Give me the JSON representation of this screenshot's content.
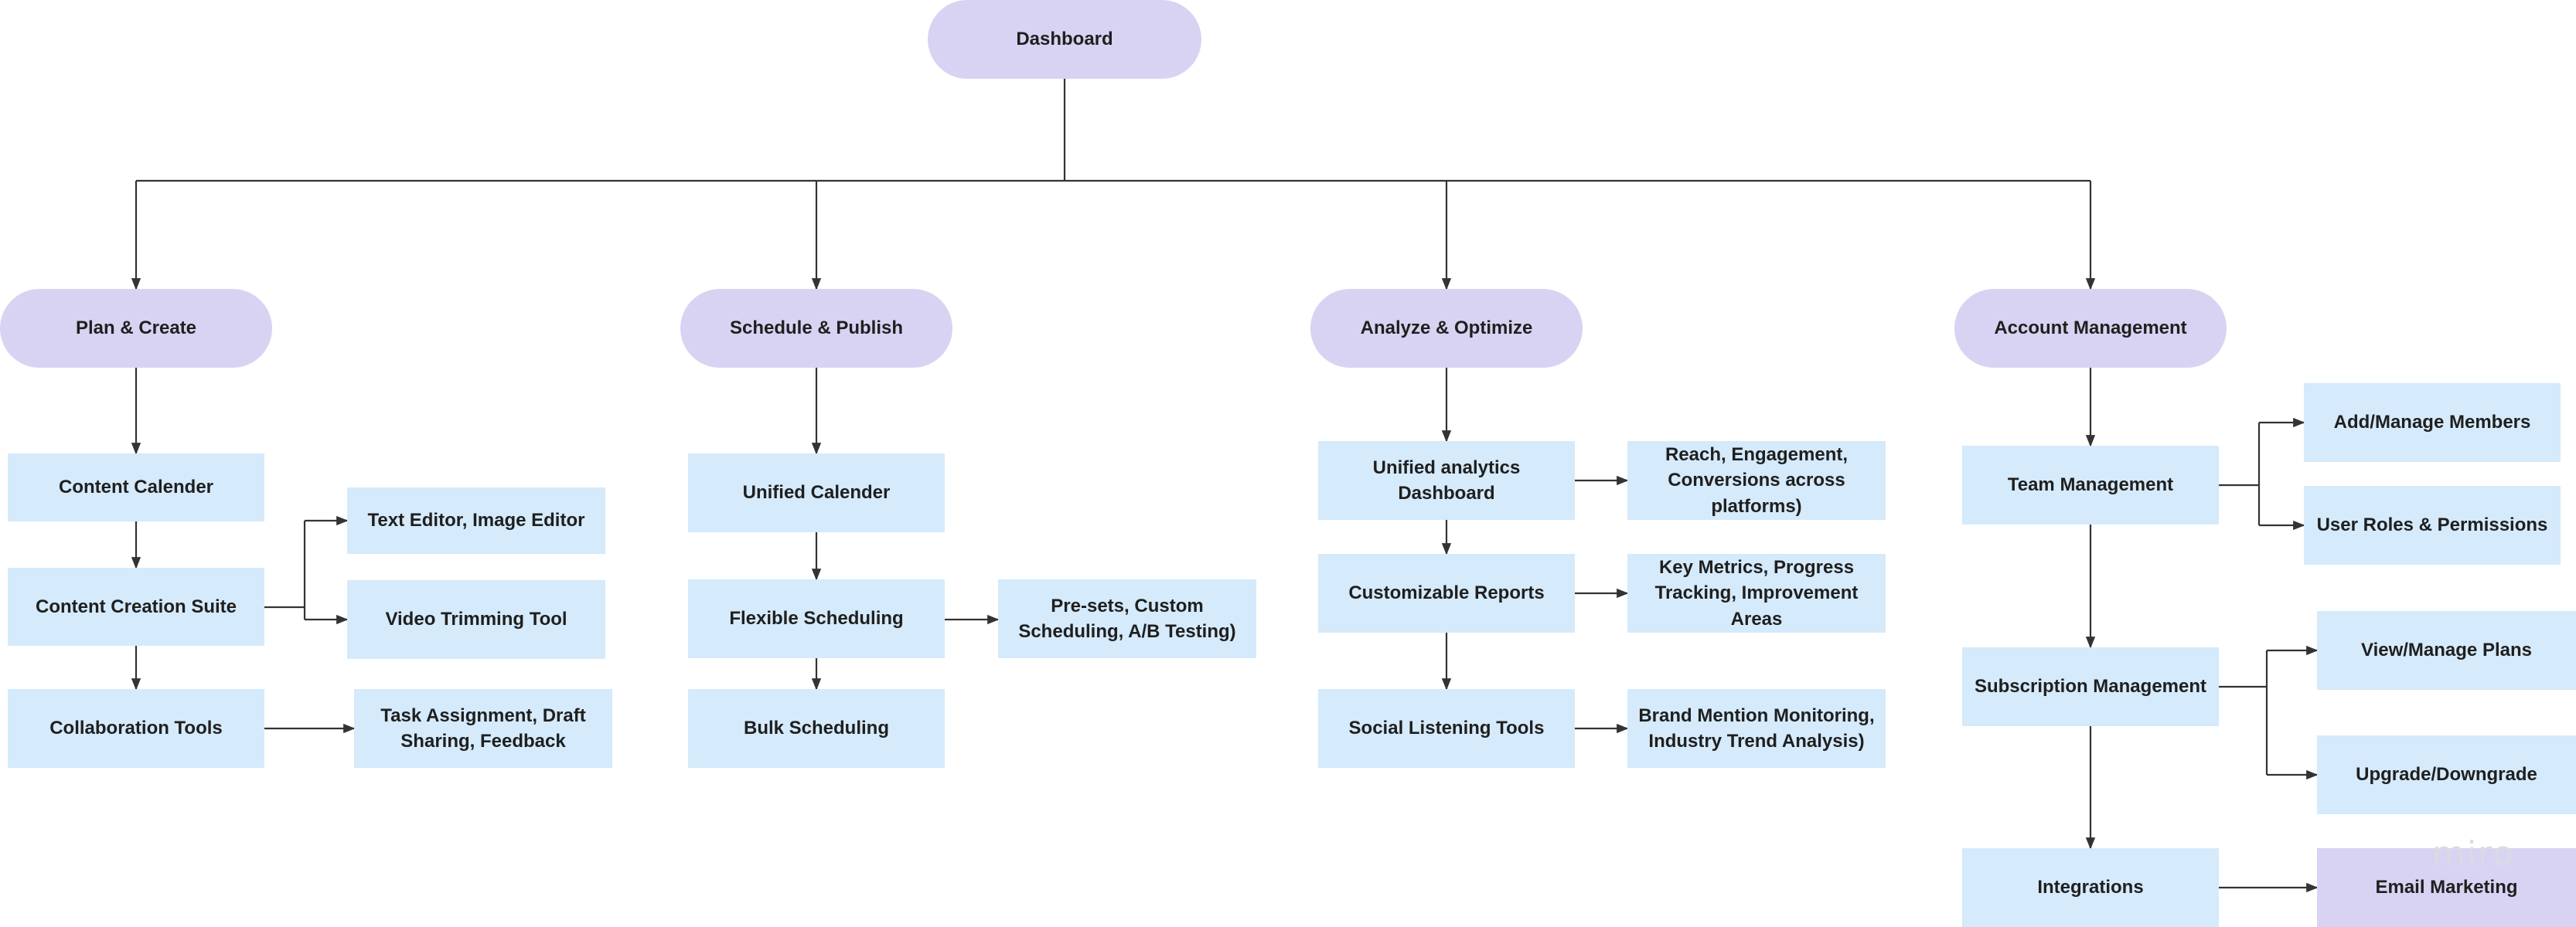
{
  "nodes": {
    "dashboard": "Dashboard",
    "plan_create": "Plan & Create",
    "schedule_publish": "Schedule & Publish",
    "analyze_optimize": "Analyze & Optimize",
    "account_management": "Account Management",
    "content_calender": "Content Calender",
    "content_creation_suite": "Content Creation Suite",
    "collaboration_tools": "Collaboration Tools",
    "text_image_editor": "Text Editor, Image Editor",
    "video_trimming_tool": "Video Trimming Tool",
    "task_assignment": "Task Assignment, Draft Sharing, Feedback",
    "unified_calender": "Unified Calender",
    "flexible_scheduling": "Flexible Scheduling",
    "bulk_scheduling": "Bulk Scheduling",
    "presets_custom": "Pre-sets, Custom Scheduling, A/B Testing)",
    "unified_analytics": "Unified analytics Dashboard",
    "customizable_reports": "Customizable Reports",
    "social_listening": "Social Listening Tools",
    "reach_engagement": "Reach, Engagement, Conversions across platforms)",
    "key_metrics": "Key Metrics, Progress Tracking, Improvement Areas",
    "brand_mention": "Brand Mention Monitoring, Industry Trend Analysis)",
    "team_management": "Team Management",
    "subscription_management": "Subscription Management",
    "integrations": "Integrations",
    "add_manage_members": "Add/Manage Members",
    "user_roles": "User Roles & Permissions",
    "view_manage_plans": "View/Manage Plans",
    "upgrade_downgrade": "Upgrade/Downgrade",
    "email_marketing": "Email Marketing"
  },
  "watermark": "miro",
  "colors": {
    "pill": "#d8d3f2",
    "box": "#d5eafb",
    "line": "#333333",
    "text": "#1f1f1f"
  }
}
